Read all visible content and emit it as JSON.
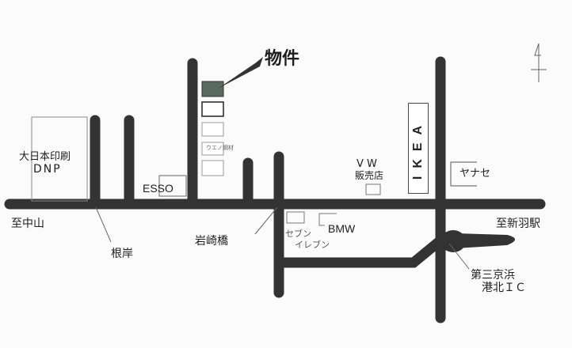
{
  "property": {
    "label": "物件"
  },
  "landmarks": {
    "dnp_jp": "大日本印刷",
    "dnp": "DNP",
    "esso": "ESSO",
    "ueno": "ウエノ鋼材",
    "vw_1": "V W",
    "vw_2": "販売店",
    "ikea": "IKEA",
    "yanase": "ヤナセ",
    "seven_1": "セブン",
    "seven_2": "イレブン",
    "bmw": "BMW"
  },
  "places": {
    "to_nakayama": "至中山",
    "negishi": "根岸",
    "iwasakibashi": "岩崎橋",
    "to_nippa": "至新羽駅",
    "ic_1": "第三京浜",
    "ic_2": "港北ＩＣ"
  },
  "colors": {
    "road": "#333333",
    "property": "#5a6a60"
  }
}
